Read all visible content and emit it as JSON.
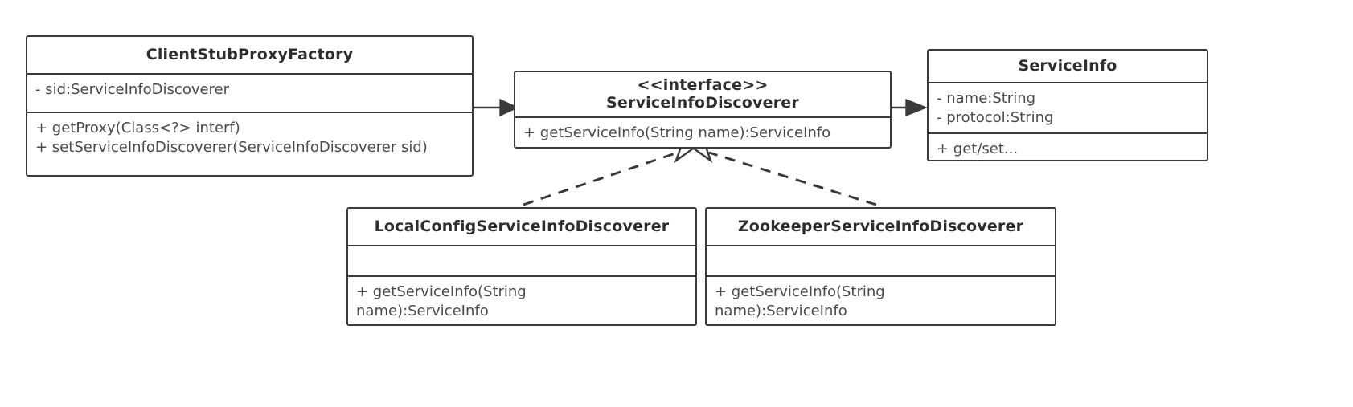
{
  "diagram": {
    "type": "uml-class-diagram",
    "background": "#ffffff",
    "stroke_color": "#3a3a3a",
    "text_color": "#4a4a4a",
    "title_color": "#2e2e2e"
  },
  "classes": {
    "client_stub_proxy_factory": {
      "name": "ClientStubProxyFactory",
      "stereotype": "",
      "attributes": [
        "- sid:ServiceInfoDiscoverer"
      ],
      "methods": [
        "+ getProxy(Class<?> interf)",
        "+ setServiceInfoDiscoverer(ServiceInfoDiscoverer sid)"
      ]
    },
    "service_info_discoverer": {
      "name": "ServiceInfoDiscoverer",
      "stereotype": "<<interface>>",
      "attributes": [],
      "methods": [
        "+ getServiceInfo(String name):ServiceInfo"
      ]
    },
    "service_info": {
      "name": "ServiceInfo",
      "stereotype": "",
      "attributes": [
        "- name:String",
        "- protocol:String"
      ],
      "methods": [
        "+ get/set..."
      ]
    },
    "local_config_service_info_discoverer": {
      "name": "LocalConfigServiceInfoDiscoverer",
      "stereotype": "",
      "attributes": [],
      "methods": [
        "+ getServiceInfo(String name):ServiceInfo"
      ]
    },
    "zookeeper_service_info_discoverer": {
      "name": "ZookeeperServiceInfoDiscoverer",
      "stereotype": "",
      "attributes": [],
      "methods": [
        "+ getServiceInfo(String name):ServiceInfo"
      ]
    }
  },
  "relationships": [
    {
      "id": "factory-to-interface",
      "from": "ClientStubProxyFactory",
      "to": "ServiceInfoDiscoverer",
      "style": "solid",
      "arrow": "filled-triangle"
    },
    {
      "id": "interface-to-serviceinfo",
      "from": "ServiceInfoDiscoverer",
      "to": "ServiceInfo",
      "style": "solid",
      "arrow": "filled-triangle"
    },
    {
      "id": "localconfig-realizes-interface",
      "from": "LocalConfigServiceInfoDiscoverer",
      "to": "ServiceInfoDiscoverer",
      "style": "dashed",
      "arrow": "hollow-triangle"
    },
    {
      "id": "zookeeper-realizes-interface",
      "from": "ZookeeperServiceInfoDiscoverer",
      "to": "ServiceInfoDiscoverer",
      "style": "dashed",
      "arrow": "hollow-triangle"
    }
  ]
}
